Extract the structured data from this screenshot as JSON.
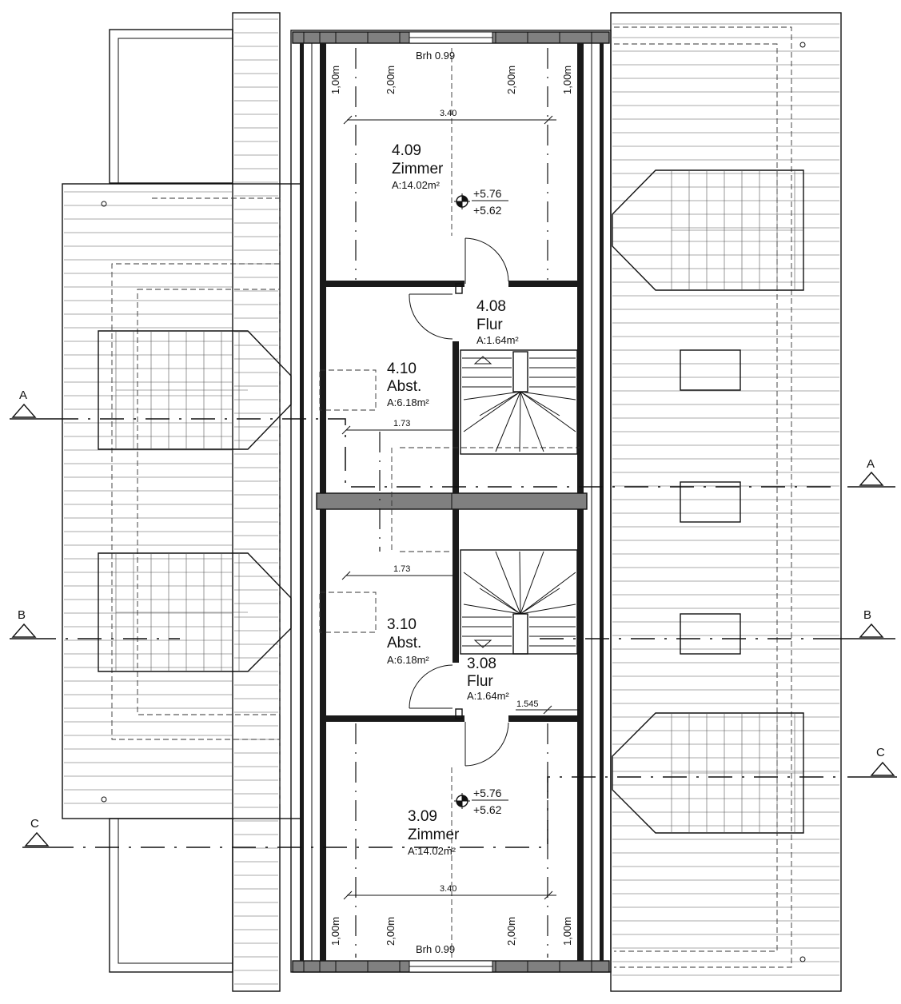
{
  "rooms": {
    "r409": {
      "number": "4.09",
      "name": "Zimmer",
      "area": "A:14.02m²"
    },
    "r408": {
      "number": "4.08",
      "name": "Flur",
      "area": "A:1.64m²"
    },
    "r410": {
      "number": "4.10",
      "name": "Abst.",
      "area": "A:6.18m²"
    },
    "r310": {
      "number": "3.10",
      "name": "Abst.",
      "area": "A:6.18m²"
    },
    "r308": {
      "number": "3.08",
      "name": "Flur",
      "area": "A:1.64m²"
    },
    "r309": {
      "number": "3.09",
      "name": "Zimmer",
      "area": "A:14.02m²"
    }
  },
  "levels": {
    "top": {
      "upper": "+5.76",
      "lower": "+5.62"
    },
    "bottom": {
      "upper": "+5.76",
      "lower": "+5.62"
    }
  },
  "dimensions": {
    "brh_top": "Brh 0.99",
    "brh_bottom": "Brh 0.99",
    "width_top": "3.40",
    "width_bottom": "3.40",
    "abst_top": "1.73",
    "abst_bottom": "1.73",
    "flur": "1.545",
    "h100": "1,00m",
    "h200": "2,00m"
  },
  "sections": {
    "a": "A",
    "b": "B",
    "c": "C"
  },
  "colors": {
    "line": "#111111",
    "wall_fill": "#808080",
    "background": "#ffffff"
  }
}
